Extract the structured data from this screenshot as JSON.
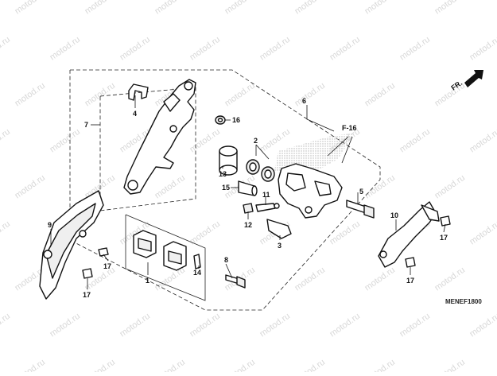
{
  "watermark": "motod.ru",
  "front_indicator": "FR.",
  "diagram_code": "MENEF1800",
  "reference_label": "F-16",
  "callouts": [
    "1",
    "2",
    "3",
    "4",
    "5",
    "6",
    "7",
    "8",
    "9",
    "10",
    "11",
    "12",
    "13",
    "14",
    "15",
    "16",
    "17"
  ],
  "colors": {
    "line": "#111111",
    "watermark": "#d8d8d8",
    "stipple": "#bdbdbd"
  }
}
